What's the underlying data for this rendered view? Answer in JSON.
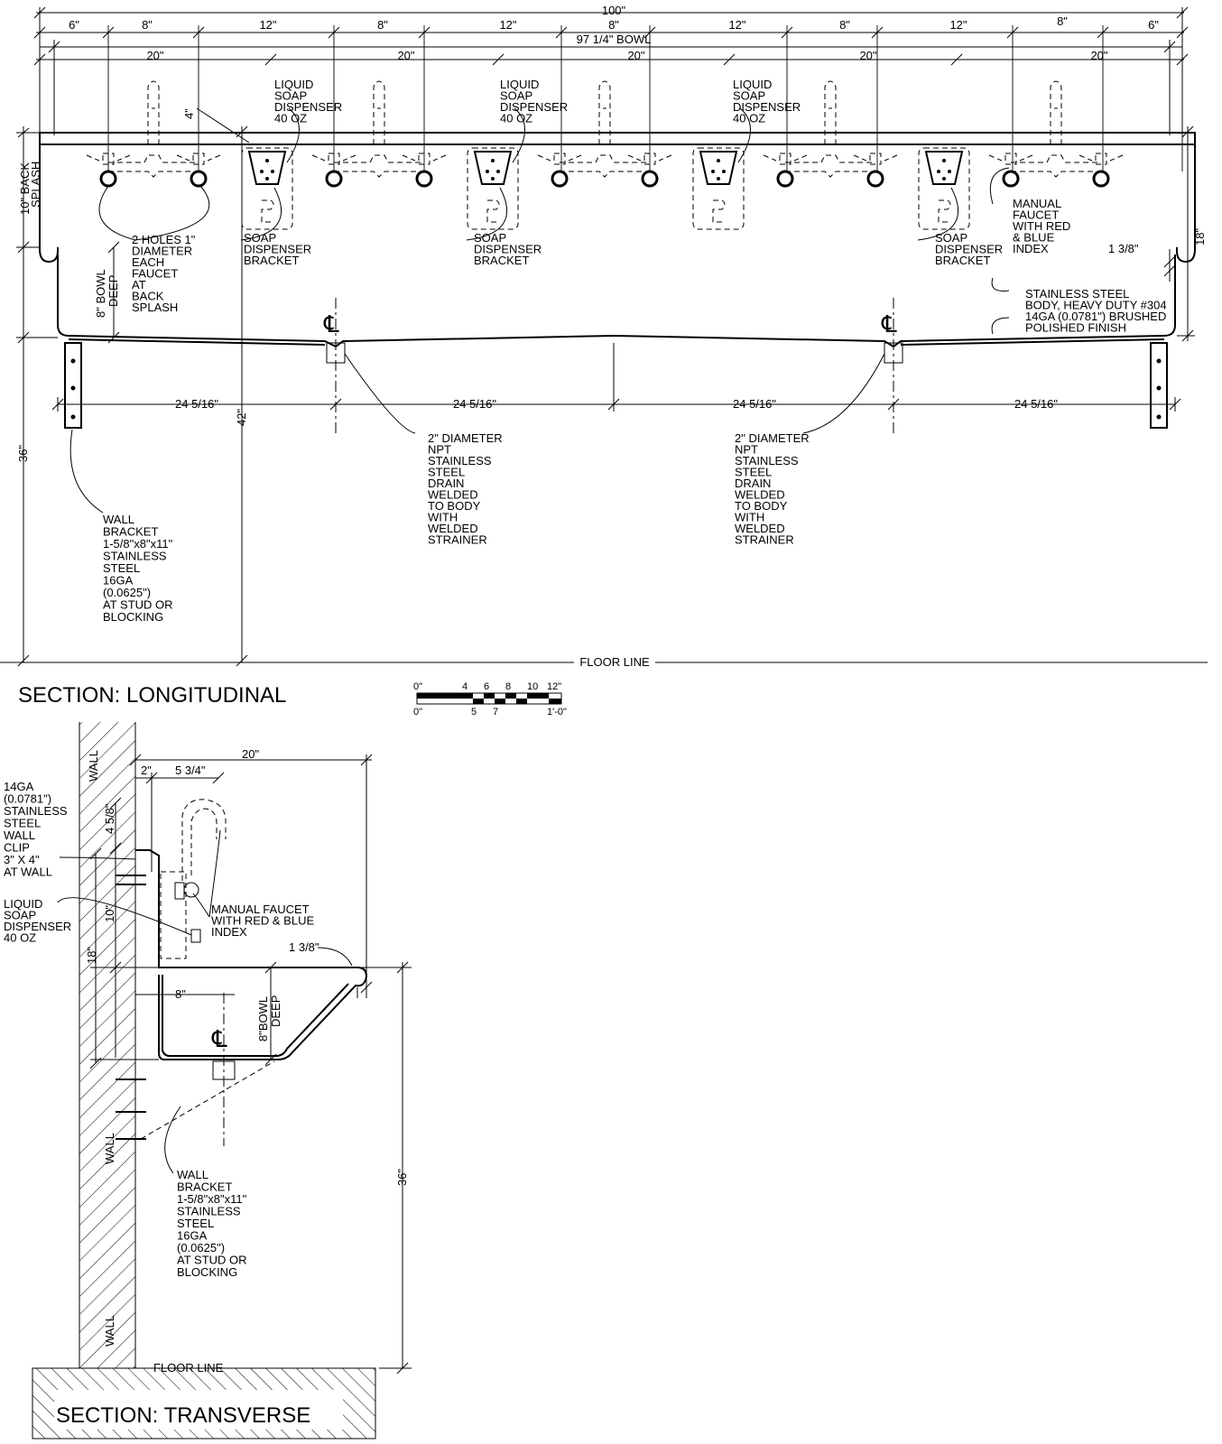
{
  "titles": {
    "longitudinal": "SECTION: LONGITUDINAL",
    "transverse": "SECTION: TRANSVERSE"
  },
  "floor_line": "FLOOR LINE",
  "centerline_symbol": "℄",
  "wall_label": "WALL",
  "dims_top": {
    "overall": "100\"",
    "bowl": "97 1/4\" BOWL",
    "twenty": "20\"",
    "six": "6\"",
    "eight": "8\"",
    "twelve": "12\"",
    "four": "4\""
  },
  "dims_side": {
    "back_splash": [
      "10\" BACK",
      "SPLASH"
    ],
    "bowl_deep": [
      "8\" BOWL",
      "DEEP"
    ],
    "eighteen": "18\"",
    "one_three_eighths": "1 3/8\"",
    "thirty_six": "36\"",
    "forty_two": "42\""
  },
  "dims_bottom": "24 5/16\"",
  "labels": {
    "liquid_soap": [
      "LIQUID",
      "SOAP",
      "DISPENSER",
      "40 OZ"
    ],
    "soap_bracket": [
      "SOAP",
      "DISPENSER",
      "BRACKET"
    ],
    "two_holes": [
      "2 HOLES 1\"",
      "DIAMETER",
      "EACH",
      "FAUCET",
      "AT",
      "BACK",
      "SPLASH"
    ],
    "manual_faucet": [
      "MANUAL",
      "FAUCET",
      "WITH RED",
      "& BLUE",
      "INDEX"
    ],
    "stainless_body": [
      "STAINLESS STEEL",
      "BODY, HEAVY DUTY #304",
      "14GA (0.0781\") BRUSHED",
      "POLISHED FINISH"
    ],
    "drain": [
      "2\" DIAMETER",
      "NPT",
      "STAINLESS",
      "STEEL",
      "DRAIN",
      "WELDED",
      "TO BODY",
      "WITH",
      "WELDED",
      "STRAINER"
    ],
    "wall_bracket": [
      "WALL",
      "BRACKET",
      "1-5/8\"x8\"x11\"",
      "STAINLESS",
      "STEEL",
      "16GA",
      "(0.0625\")",
      "AT STUD OR",
      "BLOCKING"
    ]
  },
  "scale": {
    "top": [
      "0\"",
      "4",
      "6",
      "8",
      "10",
      "12\""
    ],
    "bottom": [
      "0\"",
      "5",
      "7",
      "1'-0\""
    ]
  },
  "transverse": {
    "d20": "20\"",
    "d2": "2\"",
    "d534": "5 3/4\"",
    "d458": "4 5/8\"",
    "d10": "10\"",
    "d18": "18\"",
    "d138": "1 3/8\"",
    "d8": "8\"",
    "bowl_deep": [
      "8\"BOWL",
      "DEEP"
    ],
    "d36": "36\"",
    "wall_clip": [
      "14GA",
      "(0.0781\")",
      "STAINLESS",
      "STEEL",
      "WALL",
      "CLIP",
      "3\" X 4\"",
      "AT WALL"
    ],
    "liquid_soap": [
      "LIQUID",
      "SOAP",
      "DISPENSER",
      "40 OZ"
    ],
    "manual_faucet": [
      "MANUAL FAUCET",
      "WITH RED & BLUE",
      "INDEX"
    ],
    "wall_bracket": [
      "WALL",
      "BRACKET",
      "1-5/8\"x8\"x11\"",
      "STAINLESS",
      "STEEL",
      "16GA",
      "(0.0625\")",
      "AT STUD OR",
      "BLOCKING"
    ]
  }
}
